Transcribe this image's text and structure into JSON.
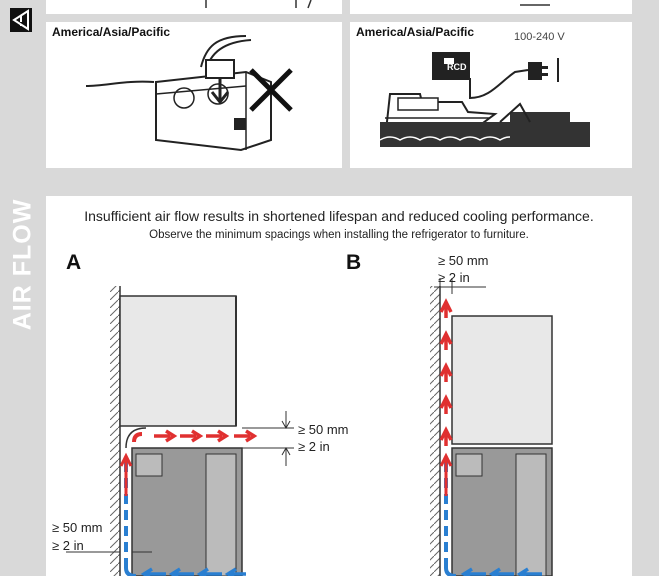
{
  "top_panels": {
    "left_label": "America/Asia/Pacific",
    "right_label": "America/Asia/Pacific",
    "voltage": "100-240 V",
    "rcd_label": "RCD"
  },
  "airflow": {
    "side_title": "AIR FLOW",
    "line1": "Insufficient air flow results in shortened lifespan and reduced cooling performance.",
    "line2": "Observe the minimum spacings when installing the refrigerator to furniture.",
    "fig_a": "A",
    "fig_b": "B",
    "a_top_mm": "≥ 50 mm",
    "a_top_in": "≥ 2 in",
    "a_side_mm": "≥ 50 mm",
    "a_side_in": "≥ 2 in",
    "b_top_mm": "≥ 50 mm",
    "b_top_in": "≥ 2 in"
  },
  "colors": {
    "arrow_red": "#e03030",
    "arrow_blue": "#2a7fd1",
    "panel_bg": "#ffffff",
    "frame_gray": "#d9d9d9"
  }
}
